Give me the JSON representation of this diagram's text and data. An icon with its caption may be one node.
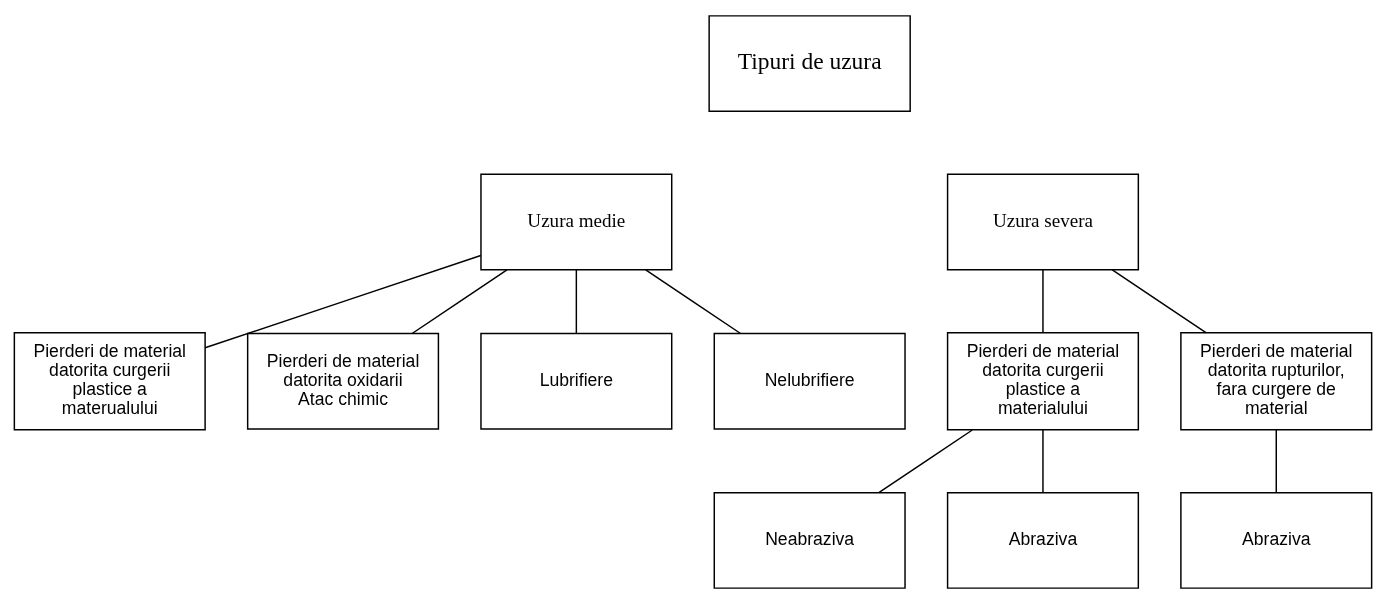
{
  "diagram": {
    "nodes": [
      {
        "text": [
          "Tipuri de uzura"
        ]
      },
      {
        "text": [
          "Uzura medie"
        ]
      },
      {
        "text": [
          "Uzura severa"
        ]
      },
      {
        "text": [
          "Pierderi de material datorita curgerii plastice a materualului"
        ]
      },
      {
        "text": [
          "Pierderi de material datorita oxidarii",
          "Atac chimic"
        ]
      },
      {
        "text": [
          "Lubrifiere"
        ]
      },
      {
        "text": [
          "Nelubrifiere"
        ]
      },
      {
        "text": [
          "Pierderi de material datorita curgerii plastice a materialului"
        ]
      },
      {
        "text": [
          "Pierderi de material datorita rupturilor, fara curgere de material"
        ]
      },
      {
        "text": [
          "Neabraziva"
        ]
      },
      {
        "text": [
          "Abraziva"
        ]
      },
      {
        "text": [
          "Abraziva"
        ]
      }
    ],
    "edges": [
      {
        "from": 1,
        "to": 3,
        "arrow": "none"
      },
      {
        "from": 1,
        "to": 4,
        "arrow": "none"
      },
      {
        "from": 1,
        "to": 5,
        "arrow": "none"
      },
      {
        "from": 1,
        "to": 6,
        "arrow": "none"
      },
      {
        "from": 2,
        "to": 7,
        "arrow": "none"
      },
      {
        "from": 2,
        "to": 8,
        "arrow": "none"
      },
      {
        "from": 7,
        "to": 9,
        "arrow": "none"
      },
      {
        "from": 7,
        "to": 10,
        "arrow": "none"
      },
      {
        "from": 8,
        "to": 11,
        "arrow": "none"
      }
    ]
  }
}
